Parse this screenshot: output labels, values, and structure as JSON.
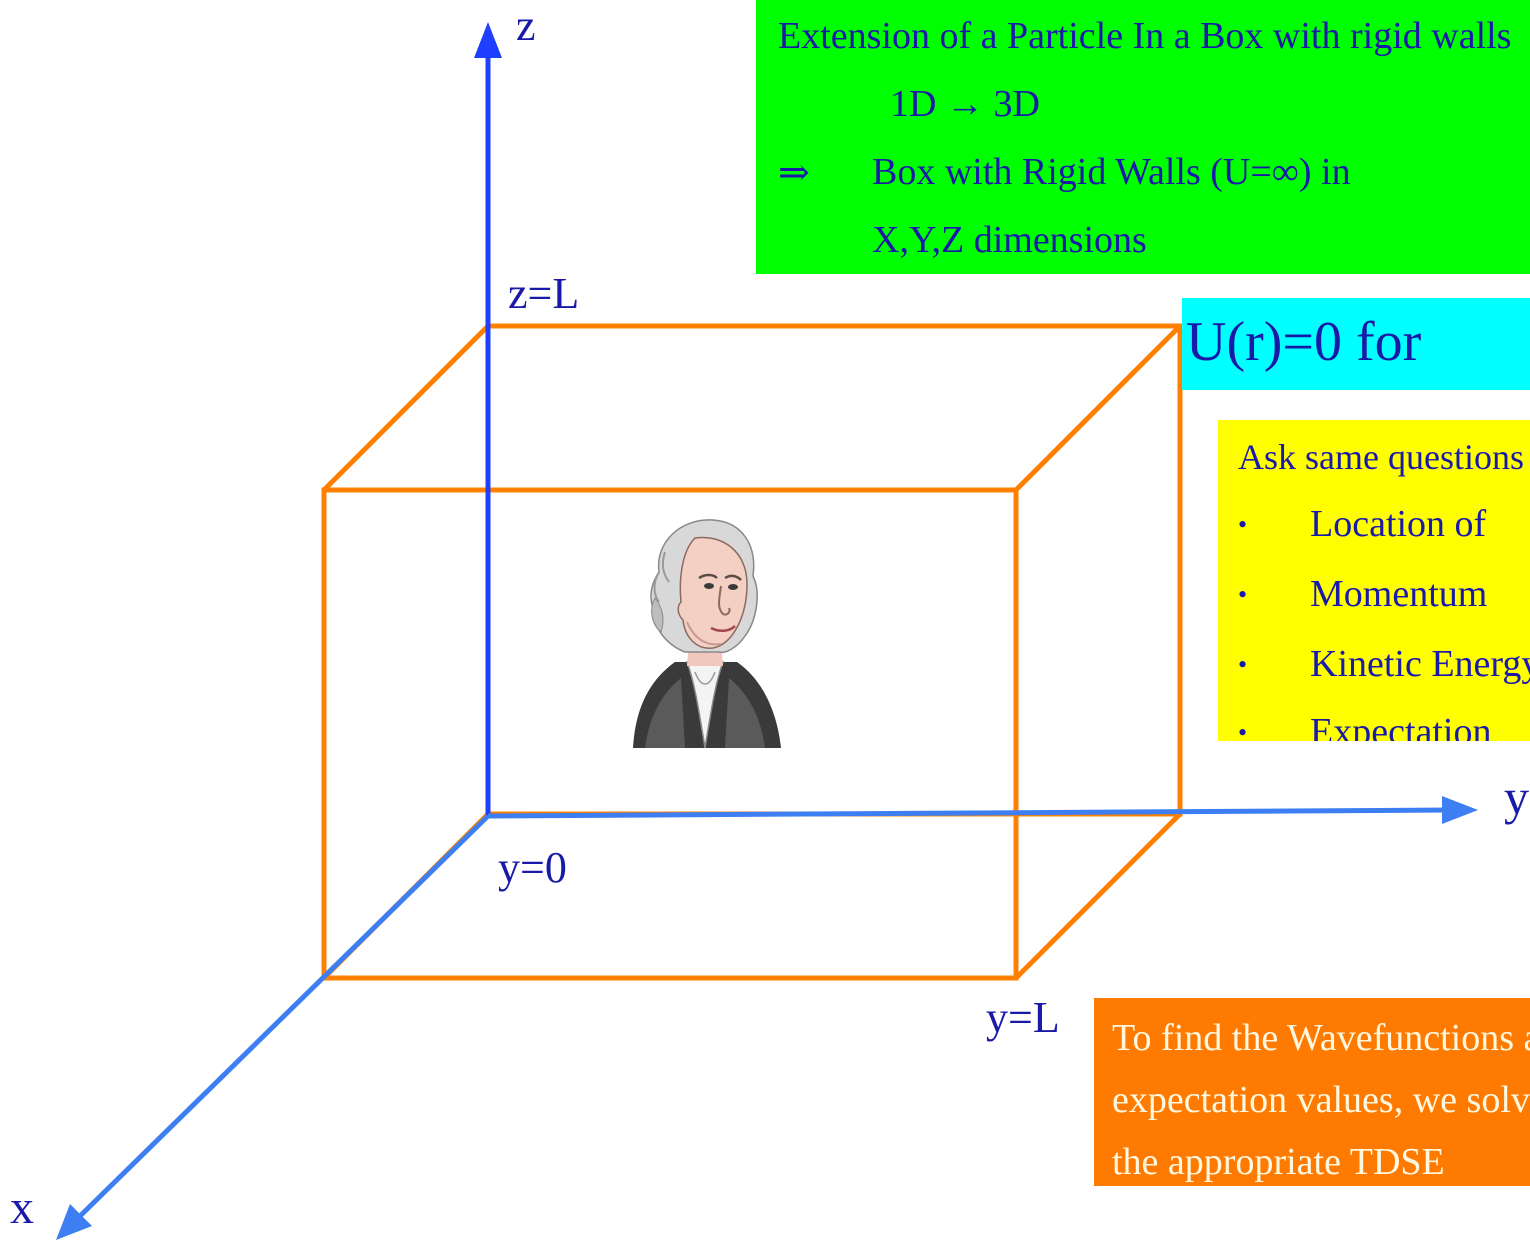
{
  "axes": {
    "z_label": "z",
    "y_label": "y",
    "x_label": "x",
    "z_top_label": "z=L",
    "y_origin_label": "y=0",
    "y_end_label": "y=L"
  },
  "green_box": {
    "line1": "Extension of a Particle In a Box with rigid walls",
    "line2": "1D → 3D",
    "arrow": "⇒",
    "line3": "Box with Rigid Walls (U=∞) in",
    "line4": "X,Y,Z dimensions"
  },
  "cyan_box": {
    "text": "U(r)=0 for"
  },
  "yellow_box": {
    "intro": "Ask same questions",
    "bullet_symbol": "•",
    "items": [
      {
        "label": "Location of"
      },
      {
        "label": "Momentum"
      },
      {
        "label": "Kinetic Energy"
      },
      {
        "label": "Expectation"
      }
    ]
  },
  "orange_box": {
    "line1": "To find the Wavefunctions and",
    "line2": "expectation values, we solve",
    "line3": "the appropriate TDSE"
  },
  "colors": {
    "axis_z": "#1f3fff",
    "axis_xy": "#3d7ff2",
    "box_edge": "#ff8000",
    "text": "#1a1aa8",
    "green_bg": "#00ff00",
    "cyan_bg": "#00ffff",
    "yellow_bg": "#ffff00",
    "orange_bg": "#ff7a00"
  },
  "portrait": {
    "icon": "portrait-bust-icon"
  }
}
